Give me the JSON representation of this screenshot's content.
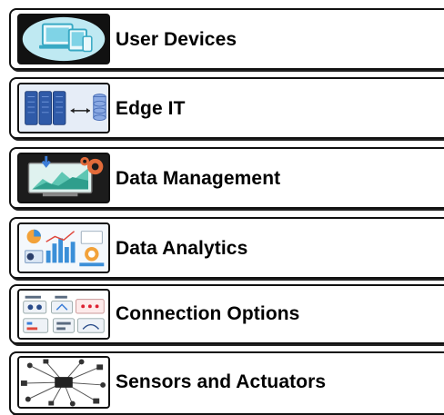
{
  "layers": [
    {
      "label": "User Devices",
      "icon": "devices-icon"
    },
    {
      "label": "Edge IT",
      "icon": "server-rack-icon"
    },
    {
      "label": "Data Management",
      "icon": "data-management-icon"
    },
    {
      "label": "Data Analytics",
      "icon": "analytics-dashboard-icon"
    },
    {
      "label": "Connection Options",
      "icon": "connection-options-icon"
    },
    {
      "label": "Sensors and Actuators",
      "icon": "sensors-icon"
    }
  ]
}
